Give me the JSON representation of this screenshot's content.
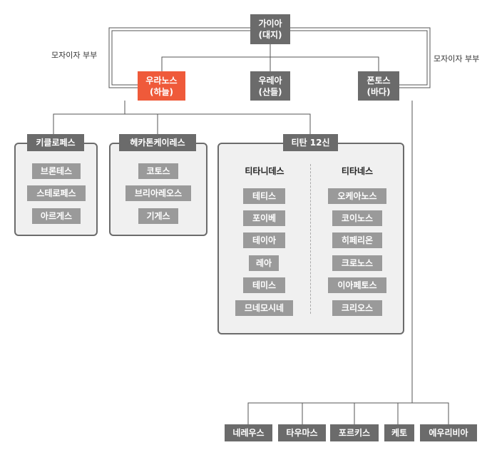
{
  "gaia": [
    "가이아",
    "(대지)"
  ],
  "uranus": [
    "우라노스",
    "(하늘)"
  ],
  "ourea": [
    "우레아",
    "(산들)"
  ],
  "pontus": [
    "폰토스",
    "(바다)"
  ],
  "couple_left": "모자이자 부부",
  "couple_right": "모자이자 부부",
  "cyclopes": {
    "title": "키클로페스",
    "members": [
      "브론테스",
      "스테로페스",
      "아르게스"
    ]
  },
  "hecatoncheires": {
    "title": "헤카톤케이레스",
    "members": [
      "코토스",
      "브리아레오스",
      "기게스"
    ]
  },
  "titans": {
    "title": "티탄 12신",
    "titanides": {
      "title": "티타니데스",
      "members": [
        "테티스",
        "포이베",
        "테이아",
        "레아",
        "테미스",
        "므네모시네"
      ]
    },
    "titanes": {
      "title": "티타네스",
      "members": [
        "오케아노스",
        "코이노스",
        "히페리온",
        "크로노스",
        "이아페토스",
        "크리오스"
      ]
    }
  },
  "sea_children": [
    "네레우스",
    "타우마스",
    "포르키스",
    "케토",
    "에우리비아"
  ],
  "colors": {
    "node": "#6b6b6b",
    "member": "#9a9a9a",
    "accent": "#ef5a3a",
    "panel": "#f0f0f0"
  }
}
